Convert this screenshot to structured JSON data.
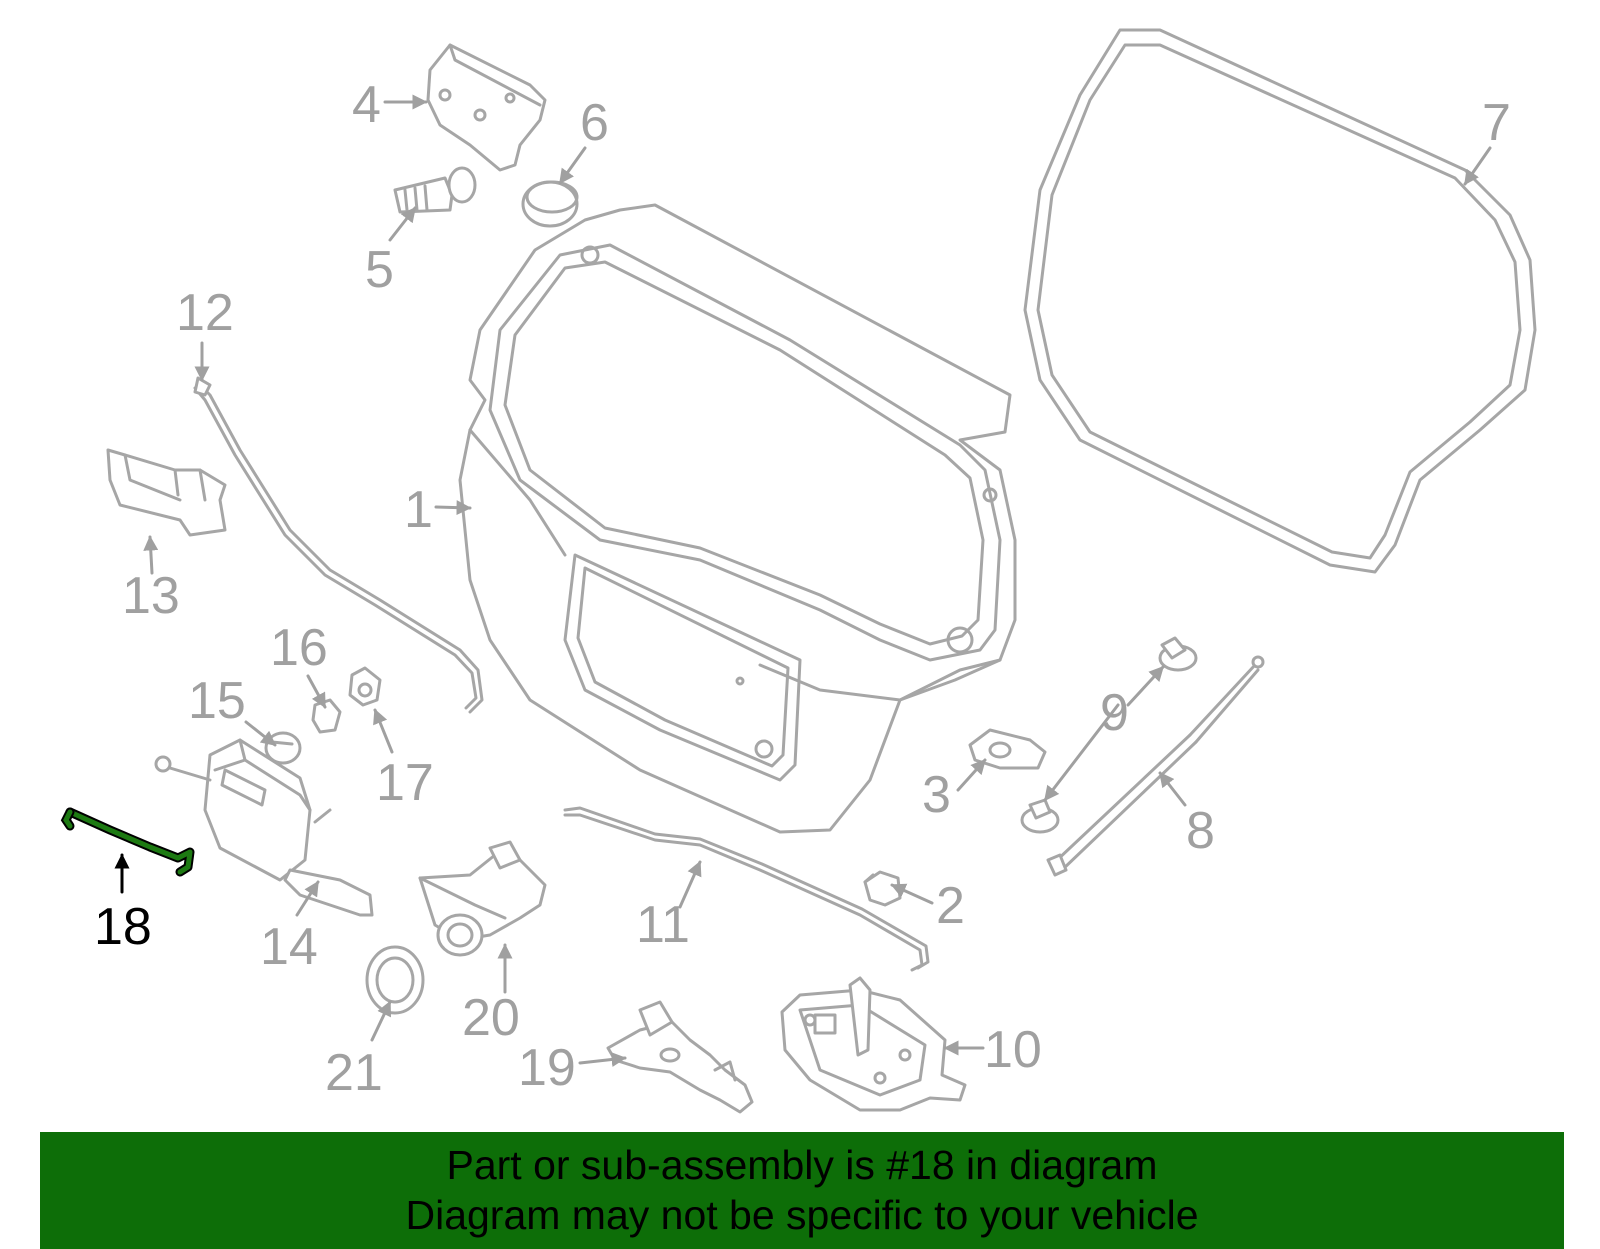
{
  "diagram": {
    "highlight_color": "#1d7a12",
    "highlighted_part": "18",
    "callouts": [
      "1",
      "2",
      "3",
      "4",
      "5",
      "6",
      "7",
      "8",
      "9",
      "10",
      "11",
      "12",
      "13",
      "14",
      "15",
      "16",
      "17",
      "18",
      "19",
      "20",
      "21"
    ]
  },
  "banner": {
    "background": "#0d6e08",
    "line1": "Part or sub-assembly is #18 in diagram",
    "line2": "Diagram may not be specific to your vehicle"
  }
}
